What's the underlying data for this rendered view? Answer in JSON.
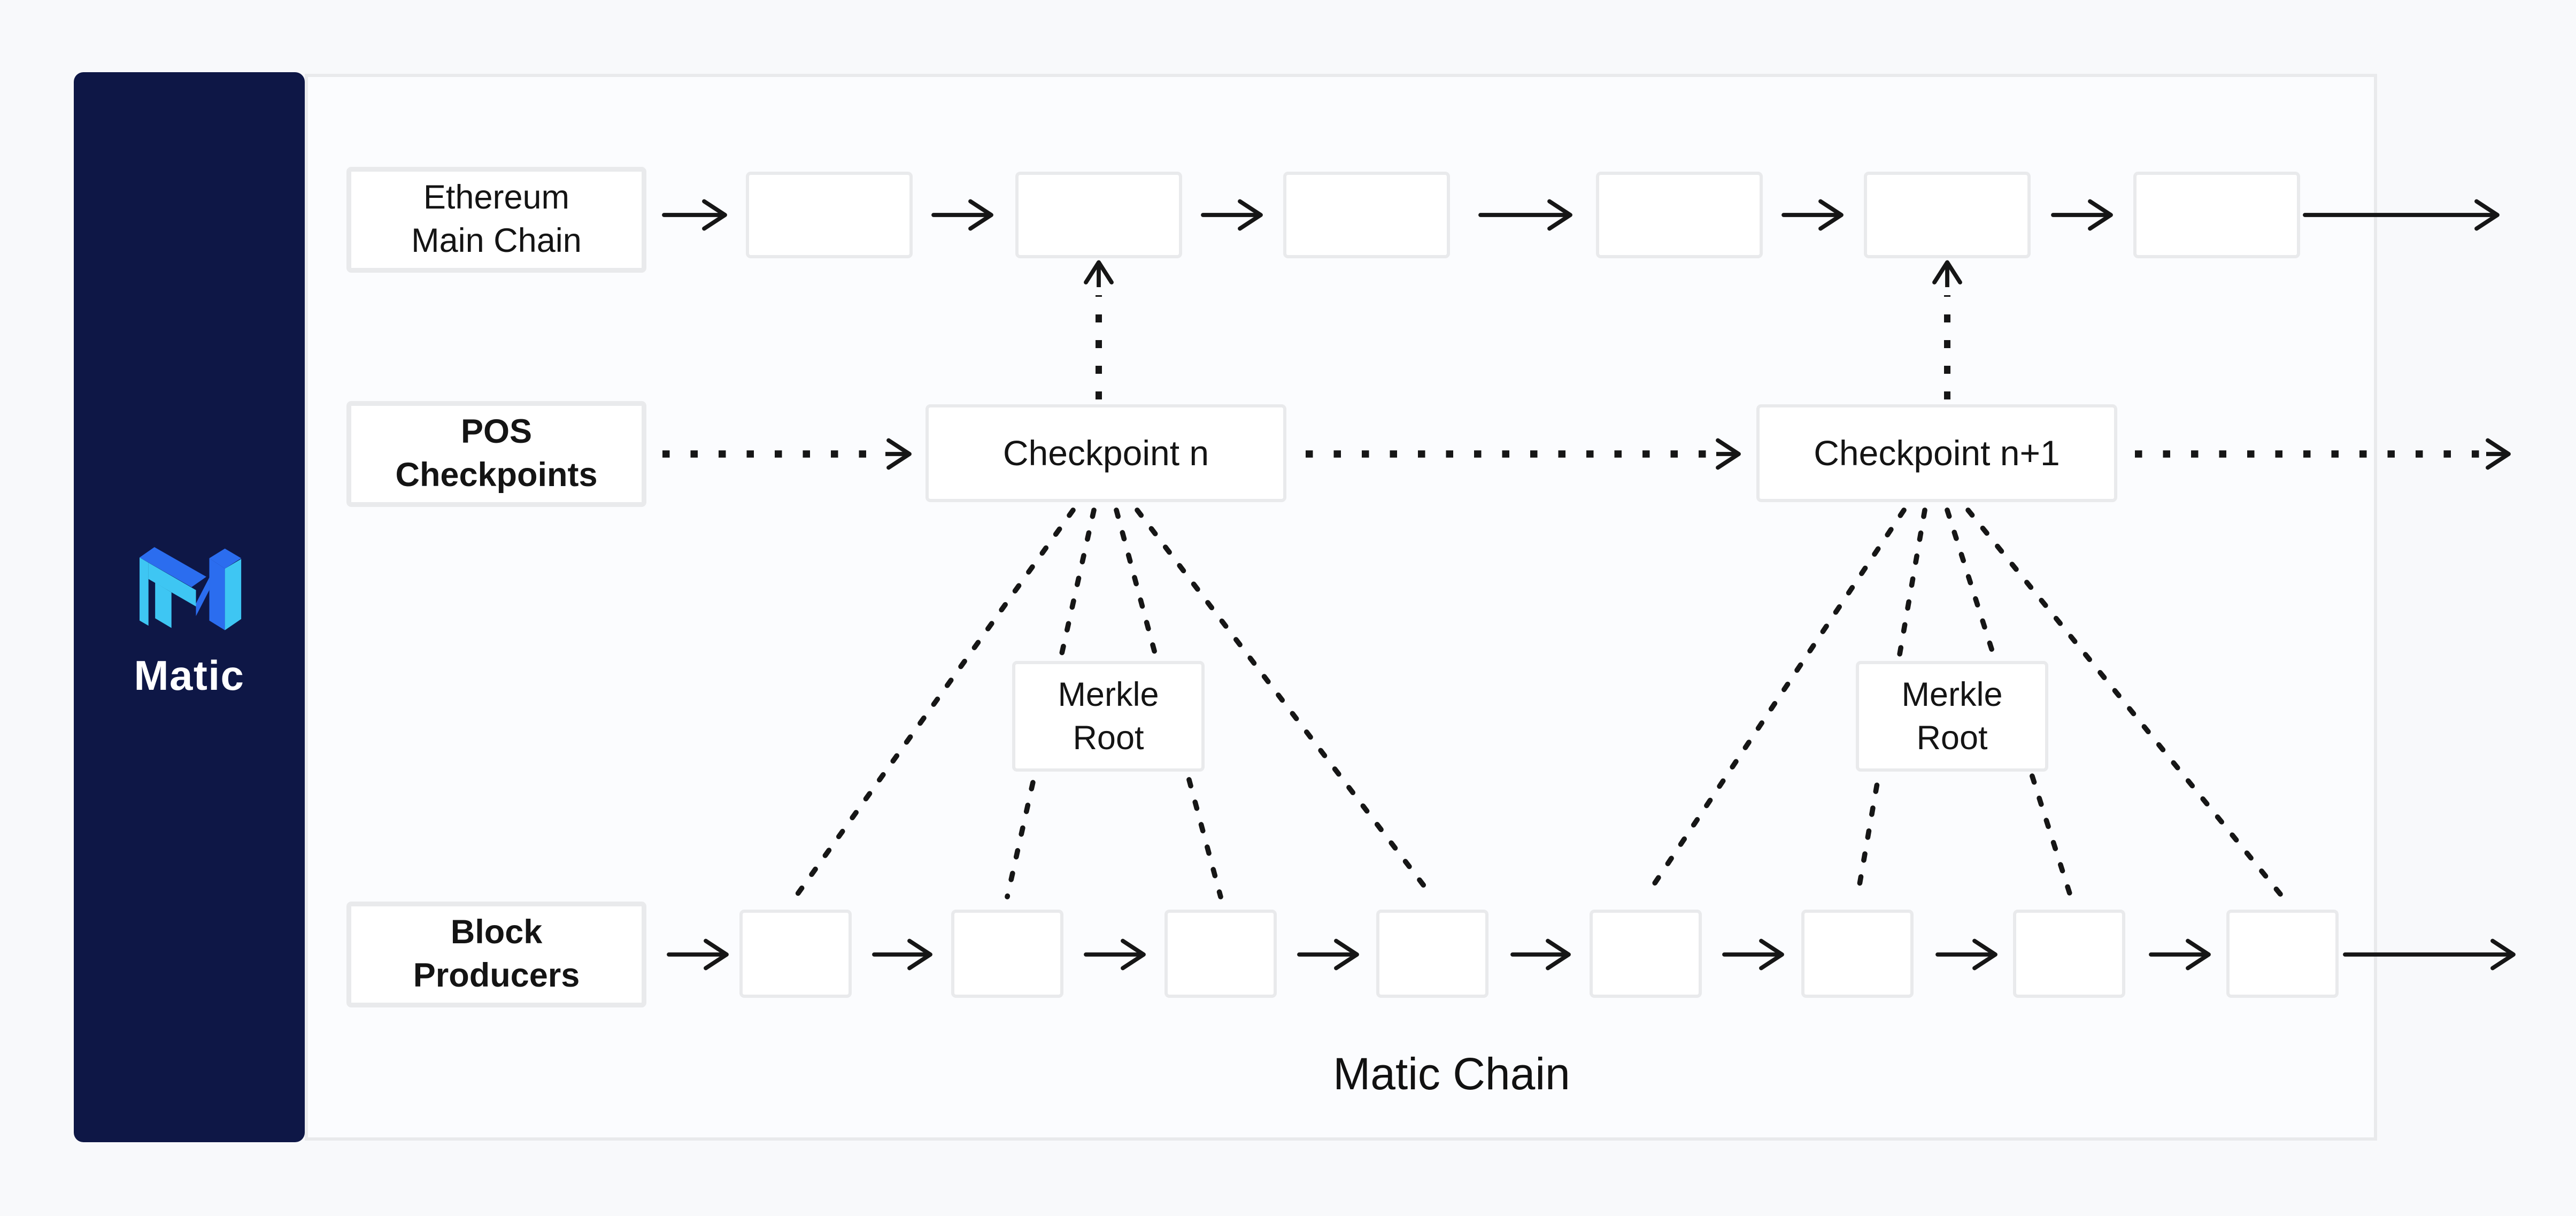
{
  "sidebar": {
    "brand": "Matic",
    "logo_icon": "matic-isometric-m-icon"
  },
  "diagram": {
    "title": "Matic Chain"
  },
  "labels": {
    "ethereum": {
      "line1": "Ethereum",
      "line2": "Main Chain"
    },
    "pos": {
      "line1": "POS",
      "line2": "Checkpoints"
    },
    "producers": {
      "line1": "Block",
      "line2": "Producers"
    }
  },
  "nodes": {
    "checkpoint_n": "Checkpoint n",
    "checkpoint_n1": "Checkpoint n+1",
    "merkle": {
      "line1": "Merkle",
      "line2": "Root"
    }
  },
  "counts": {
    "ethereum_chain_boxes": 6,
    "producer_chain_boxes": 8
  },
  "colors": {
    "sidebar_navy": "#0E1746",
    "logo_royal_blue": "#2B6DEF",
    "logo_light_blue": "#3EC6F3",
    "page_background": "#F8F9FB",
    "panel_background": "#FBFCFE",
    "box_border": "#E9EAEC",
    "arrow_black": "#161616",
    "text_black": "#141414"
  }
}
